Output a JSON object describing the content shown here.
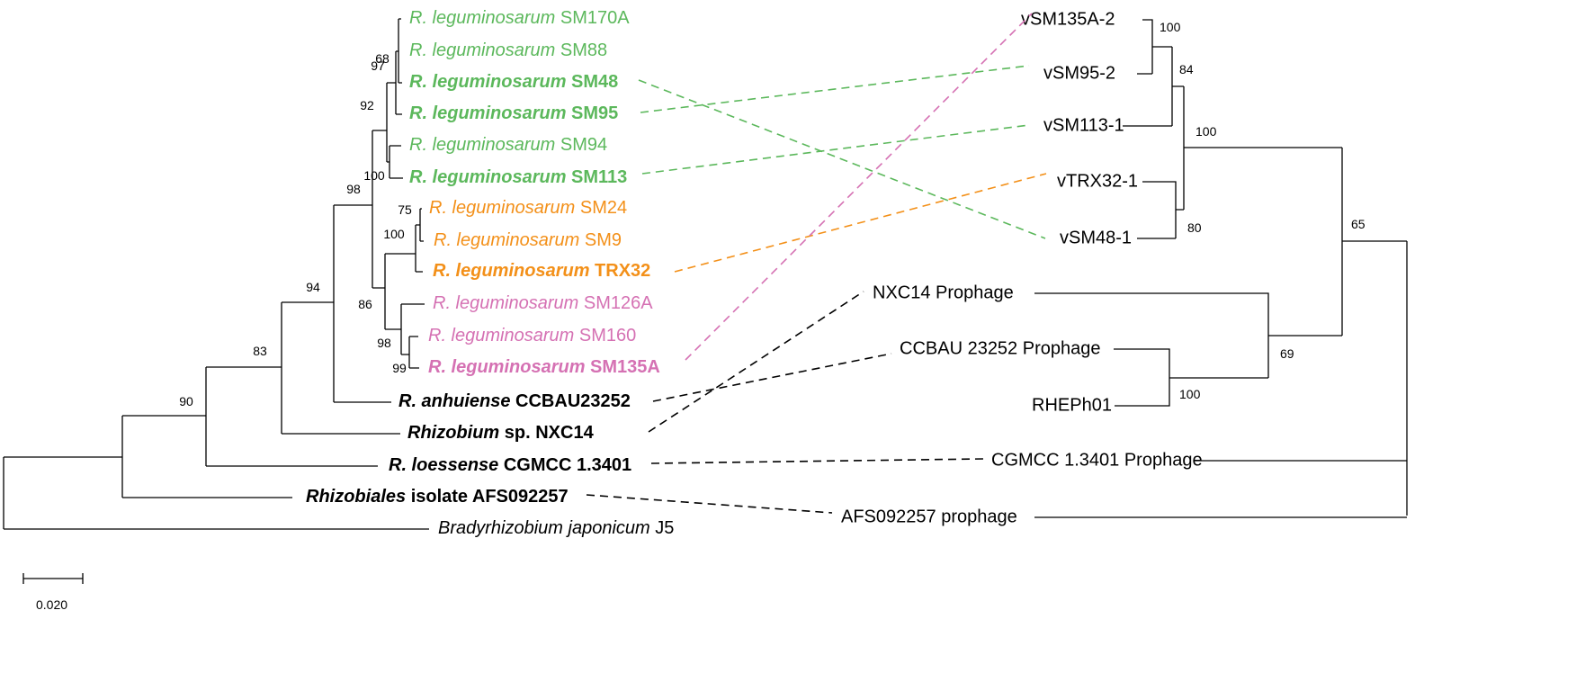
{
  "colors": {
    "green": "#5cb85c",
    "orange": "#f39019",
    "pink": "#d571b3",
    "black": "#000000"
  },
  "bacteria": [
    {
      "id": "b1",
      "parts": [
        {
          "t": "R. leguminosarum",
          "i": true,
          "b": false
        },
        {
          "t": " SM170A",
          "i": false,
          "b": false
        }
      ],
      "color": "green"
    },
    {
      "id": "b2",
      "parts": [
        {
          "t": "R. leguminosarum",
          "i": true,
          "b": false
        },
        {
          "t": " SM88",
          "i": false,
          "b": false
        }
      ],
      "color": "green"
    },
    {
      "id": "b3",
      "parts": [
        {
          "t": "R. leguminosarum",
          "i": true,
          "b": true
        },
        {
          "t": " SM48",
          "i": false,
          "b": true
        }
      ],
      "color": "green"
    },
    {
      "id": "b4",
      "parts": [
        {
          "t": "R. leguminosarum",
          "i": true,
          "b": true
        },
        {
          "t": " SM95",
          "i": false,
          "b": true
        }
      ],
      "color": "green"
    },
    {
      "id": "b5",
      "parts": [
        {
          "t": "R. leguminosarum",
          "i": true,
          "b": false
        },
        {
          "t": " SM94",
          "i": false,
          "b": false
        }
      ],
      "color": "green"
    },
    {
      "id": "b6",
      "parts": [
        {
          "t": "R. leguminosarum",
          "i": true,
          "b": true
        },
        {
          "t": " SM113",
          "i": false,
          "b": true
        }
      ],
      "color": "green"
    },
    {
      "id": "b7",
      "parts": [
        {
          "t": "R. leguminosarum",
          "i": true,
          "b": false
        },
        {
          "t": " SM24",
          "i": false,
          "b": false
        }
      ],
      "color": "orange"
    },
    {
      "id": "b8",
      "parts": [
        {
          "t": "R. leguminosarum",
          "i": true,
          "b": false
        },
        {
          "t": " SM9",
          "i": false,
          "b": false
        }
      ],
      "color": "orange"
    },
    {
      "id": "b9",
      "parts": [
        {
          "t": "R. leguminosarum",
          "i": true,
          "b": true
        },
        {
          "t": " TRX32",
          "i": false,
          "b": true
        }
      ],
      "color": "orange"
    },
    {
      "id": "b10",
      "parts": [
        {
          "t": "R. leguminosarum",
          "i": true,
          "b": false
        },
        {
          "t": " SM126A",
          "i": false,
          "b": false
        }
      ],
      "color": "pink"
    },
    {
      "id": "b11",
      "parts": [
        {
          "t": "R. leguminosarum",
          "i": true,
          "b": false
        },
        {
          "t": " SM160",
          "i": false,
          "b": false
        }
      ],
      "color": "pink"
    },
    {
      "id": "b12",
      "parts": [
        {
          "t": "R. leguminosarum",
          "i": true,
          "b": true
        },
        {
          "t": " SM135A",
          "i": false,
          "b": true
        }
      ],
      "color": "pink"
    },
    {
      "id": "b13",
      "parts": [
        {
          "t": "R. anhuiense",
          "i": true,
          "b": true
        },
        {
          "t": " CCBAU23252",
          "i": false,
          "b": true
        }
      ],
      "color": "black"
    },
    {
      "id": "b14",
      "parts": [
        {
          "t": "Rhizobium",
          "i": true,
          "b": true
        },
        {
          "t": " sp. NXC14",
          "i": false,
          "b": true
        }
      ],
      "color": "black"
    },
    {
      "id": "b15",
      "parts": [
        {
          "t": "R. loessense",
          "i": true,
          "b": true
        },
        {
          "t": " CGMCC 1.3401",
          "i": false,
          "b": true
        }
      ],
      "color": "black"
    },
    {
      "id": "b16",
      "parts": [
        {
          "t": "Rhizobiales",
          "i": true,
          "b": true
        },
        {
          "t": " isolate AFS092257",
          "i": false,
          "b": true
        }
      ],
      "color": "black"
    },
    {
      "id": "b17",
      "parts": [
        {
          "t": "Bradyrhizobium japonicum",
          "i": true,
          "b": false
        },
        {
          "t": " J5",
          "i": false,
          "b": false
        }
      ],
      "color": "black"
    }
  ],
  "bacteria_bootstrap": [
    "68",
    "97",
    "92",
    "100",
    "75",
    "100",
    "98",
    "86",
    "98",
    "99",
    "94",
    "83",
    "90"
  ],
  "phages": [
    {
      "id": "p1",
      "label": "vSM135A-2"
    },
    {
      "id": "p2",
      "label": "vSM95-2"
    },
    {
      "id": "p3",
      "label": "vSM113-1"
    },
    {
      "id": "p4",
      "label": "vTRX32-1"
    },
    {
      "id": "p5",
      "label": "vSM48-1"
    },
    {
      "id": "p6",
      "label": "NXC14 Prophage"
    },
    {
      "id": "p7",
      "label": "CCBAU 23252 Prophage"
    },
    {
      "id": "p8",
      "label": "RHEPh01"
    },
    {
      "id": "p9",
      "label": "CGMCC 1.3401 Prophage"
    },
    {
      "id": "p10",
      "label": "AFS092257 prophage"
    }
  ],
  "phage_bootstrap": [
    "100",
    "84",
    "100",
    "80",
    "65",
    "69",
    "100"
  ],
  "links": [
    {
      "from": "b3",
      "to": "p5",
      "color": "green"
    },
    {
      "from": "b4",
      "to": "p2",
      "color": "green"
    },
    {
      "from": "b6",
      "to": "p3",
      "color": "green"
    },
    {
      "from": "b9",
      "to": "p4",
      "color": "orange"
    },
    {
      "from": "b12",
      "to": "p1",
      "color": "pink"
    },
    {
      "from": "b13",
      "to": "p7",
      "color": "black"
    },
    {
      "from": "b14",
      "to": "p6",
      "color": "black"
    },
    {
      "from": "b15",
      "to": "p9",
      "color": "black"
    },
    {
      "from": "b16",
      "to": "p10",
      "color": "black"
    }
  ],
  "scale_bar": {
    "label": "0.020"
  }
}
